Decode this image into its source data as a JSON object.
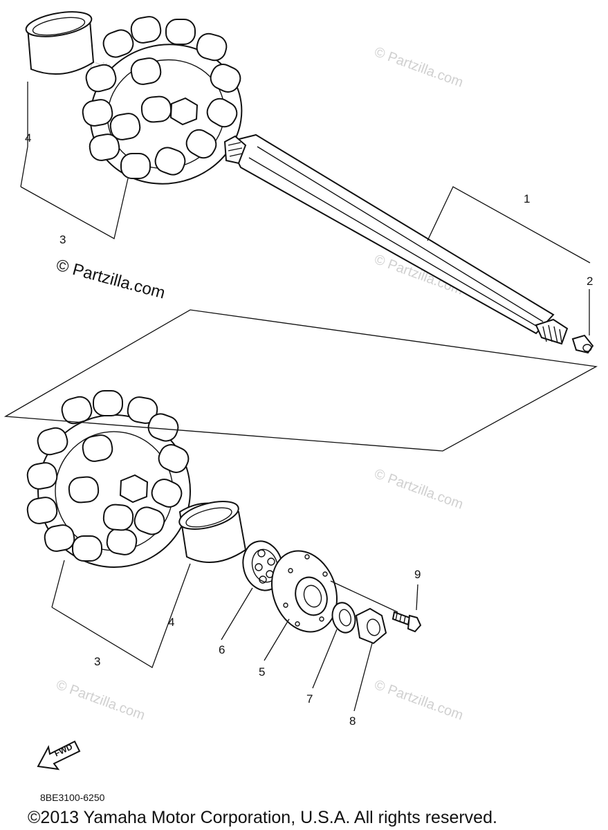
{
  "watermarks": {
    "main": "© Partzilla.com",
    "faint": "© Partzilla.com"
  },
  "callouts": {
    "c1": "1",
    "c2": "2",
    "c3_top": "3",
    "c4_top": "4",
    "c3_bottom": "3",
    "c4_bottom": "4",
    "c5": "5",
    "c6": "6",
    "c7": "7",
    "c8": "8",
    "c9": "9"
  },
  "direction_arrow": "FWD",
  "diagram_code": "8BE3100-6250",
  "copyright": "©2013 Yamaha Motor Corporation, U.S.A. All rights reserved."
}
